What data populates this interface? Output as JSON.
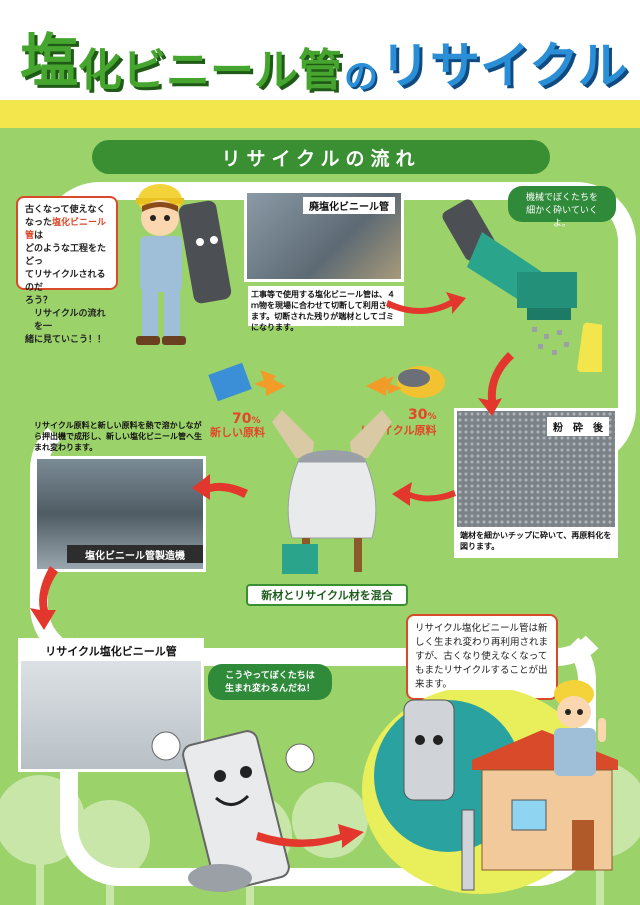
{
  "title": {
    "part1": "塩",
    "part2": "化ビニール管",
    "part3": "の",
    "part4": "リサイクル"
  },
  "flow_banner": "リサイクルの流れ",
  "intro_bubble": {
    "line1": "古くなって使えなく",
    "line2_pre": "なった",
    "line2_highlight": "塩化ビニール管",
    "line2_post": "は",
    "line3": "どのような工程をたどっ",
    "line4": "てリサイクルされるのだ",
    "line5": "ろう？",
    "line6": "リサイクルの流れを一",
    "line7": "緒に見ていこう！！"
  },
  "waste_pipe": {
    "label": "廃塩化ビニール管",
    "caption": "工事等で使用する塩化ビニール管は、４ｍ物を現場に合わせて切断して利用されます。切断された残りが端材としてゴミになります。"
  },
  "machine_bubble": {
    "line1": "機械でぼくたちを",
    "line2": "細かく砕いていくよ。"
  },
  "crushed": {
    "label": "粉　砕　後",
    "caption": "端材を細かいチップに砕いて、再原料化を図ります。"
  },
  "materials": {
    "new_pct": "70",
    "new_pct_unit": "%",
    "new_label": "新しい原料",
    "recycled_pct": "30",
    "recycled_pct_unit": "%",
    "recycled_label": "リサイクル原料"
  },
  "manufacturing": {
    "caption": "リサイクル原料と新しい原料を熱で溶かしながら押出機で成形し、新しい塩化ビニール管へ生まれ変わります。",
    "label": "塩化ビニール管製造機"
  },
  "mix_label": "新材とリサイクル材を混合",
  "recycled_pipe_label": "リサイクル塩化ビニール管",
  "reborn_bubble": {
    "line1": "こうやってぼくたちは",
    "line2": "生まれ変わるんだね！"
  },
  "final_bubble": "リサイクル塩化ビニール管は新しく生まれ変わり再利用されますが、古くなり使えなくなってもまたリサイクルすることが出来ます。",
  "colors": {
    "title_green": "#45a52e",
    "title_blue": "#2a8fd6",
    "background": "#9cd26a",
    "accent_red": "#e3372d",
    "banner_green": "#3b8f33"
  }
}
